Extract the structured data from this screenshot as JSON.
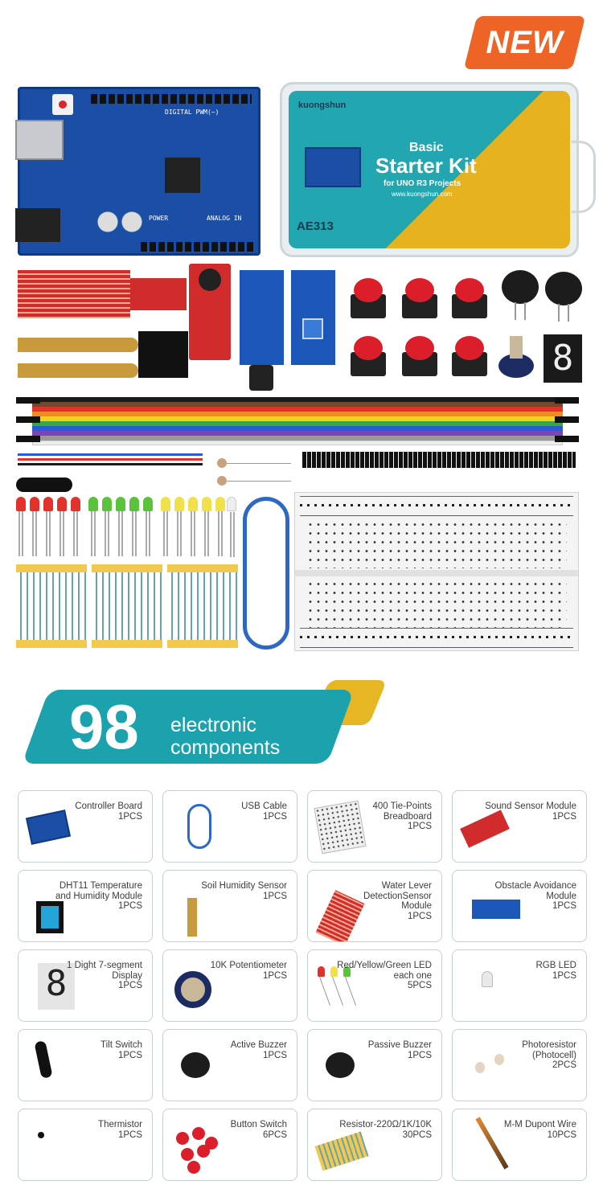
{
  "badge": {
    "label": "NEW"
  },
  "kit": {
    "box_brand": "kuongshun",
    "box_basic": "Basic",
    "box_title": "Starter Kit",
    "box_subtitle": "for UNO R3 Projects",
    "box_url": "www.kuongshun.com",
    "box_model": "AE313",
    "board_labels": {
      "digital": "DIGITAL PWM(~)",
      "power": "POWER",
      "analog": "ANALOG IN"
    },
    "seven_segment_digit": "8"
  },
  "headline": {
    "number": "98",
    "line1": "electronic",
    "line2": "components"
  },
  "components": [
    {
      "name": "Controller Board",
      "qty": "1PCS",
      "icon": "uno-board-icon"
    },
    {
      "name": "USB Cable",
      "qty": "1PCS",
      "icon": "usb-cable-icon"
    },
    {
      "name": "400 Tie-Points Breadboard",
      "qty": "1PCS",
      "icon": "breadboard-icon"
    },
    {
      "name": "Sound Sensor Module",
      "qty": "1PCS",
      "icon": "sound-sensor-icon"
    },
    {
      "name": "DHT11 Temperature and Humidity Module",
      "qty": "1PCS",
      "icon": "dht11-icon"
    },
    {
      "name": "Soil Humidity Sensor",
      "qty": "1PCS",
      "icon": "soil-sensor-icon"
    },
    {
      "name": "Water Lever DetectionSensor Module",
      "qty": "1PCS",
      "icon": "water-sensor-icon"
    },
    {
      "name": "Obstacle Avoidance Module",
      "qty": "1PCS",
      "icon": "obstacle-sensor-icon"
    },
    {
      "name": "1 Dight 7-segment Display",
      "qty": "1PCS",
      "icon": "seven-segment-icon"
    },
    {
      "name": "10K Potentiometer",
      "qty": "1PCS",
      "icon": "potentiometer-icon"
    },
    {
      "name": "Red/Yellow/Green LED each one",
      "qty": "5PCS",
      "icon": "led-icon"
    },
    {
      "name": "RGB LED",
      "qty": "1PCS",
      "icon": "rgb-led-icon"
    },
    {
      "name": "Tilt Switch",
      "qty": "1PCS",
      "icon": "tilt-switch-icon"
    },
    {
      "name": "Active Buzzer",
      "qty": "1PCS",
      "icon": "active-buzzer-icon"
    },
    {
      "name": "Passive Buzzer",
      "qty": "1PCS",
      "icon": "passive-buzzer-icon"
    },
    {
      "name": "Photoresistor (Photocell)",
      "qty": "2PCS",
      "icon": "photoresistor-icon"
    },
    {
      "name": "Thermistor",
      "qty": "1PCS",
      "icon": "thermistor-icon"
    },
    {
      "name": "Button Switch",
      "qty": "6PCS",
      "icon": "button-switch-icon"
    },
    {
      "name": "Resistor-220Ω/1K/10K",
      "qty": "30PCS",
      "icon": "resistor-icon"
    },
    {
      "name": "M-M Dupont Wire",
      "qty": "10PCS",
      "icon": "dupont-wire-icon"
    }
  ],
  "colors": {
    "accent_orange": "#ee6326",
    "teal": "#1ba2ad",
    "yellow": "#e7b625",
    "board_blue": "#1b4fa6",
    "button_red": "#dc1e2a"
  }
}
